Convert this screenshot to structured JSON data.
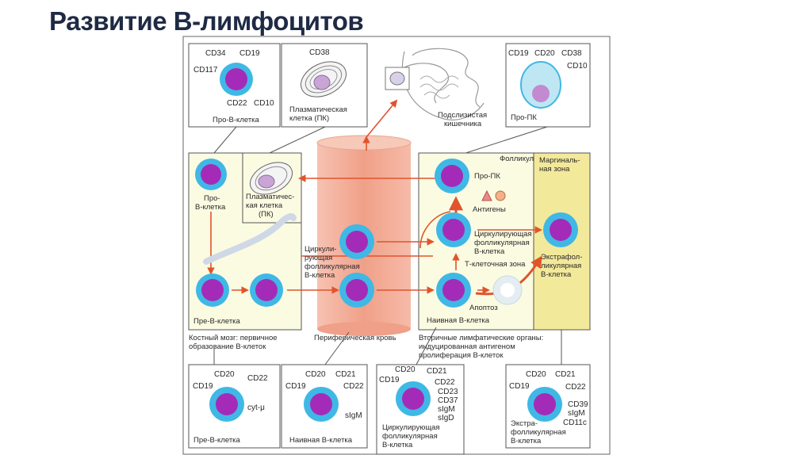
{
  "title": "Развитие B-лимфоцитов",
  "colors": {
    "cell_outer": "#3fb8e6",
    "cell_nucleus": "#a42bb8",
    "box_fill": "#fbfbe2",
    "marginal_fill": "#f3e99a",
    "blood_vessel": "#f3a994",
    "arrow": "#e0542c",
    "line": "#555555"
  },
  "top_boxes": {
    "pro_b": {
      "markers": [
        "CD34",
        "CD19",
        "CD117",
        "CD22",
        "CD10"
      ],
      "label": "Про-В-клетка"
    },
    "plasma": {
      "markers": [
        "CD38"
      ],
      "label_1": "Плазматическая",
      "label_2": "клетка (ПК)"
    },
    "gut": {
      "label_1": "Подслизистая",
      "label_2": "кишечника"
    },
    "pro_pc": {
      "markers": [
        "CD19",
        "CD20",
        "CD38",
        "CD10"
      ],
      "label": "Про-ПК"
    }
  },
  "bone_marrow": {
    "pro_b_label_1": "Про-",
    "pro_b_label_2": "В-клетка",
    "plasma_label_1": "Плазматичес-",
    "plasma_label_2": "кая клетка",
    "plasma_label_3": "(ПК)",
    "pre_b_label": "Пре-В-клетка",
    "caption_1": "Костный мозг: первичное",
    "caption_2": "образование В-клеток"
  },
  "blood": {
    "circ_label_1": "Циркули-",
    "circ_label_2": "рующая",
    "circ_label_3": "фолликулярная",
    "circ_label_4": "В-клетка",
    "caption": "Периферическая кровь"
  },
  "secondary": {
    "follicle": "Фолликул",
    "marginal_1": "Маргиналь-",
    "marginal_2": "ная зона",
    "pro_pc": "Про-ПК",
    "antigens": "Антигены",
    "circ_1": "Циркулирующая",
    "circ_2": "фолликулярная",
    "circ_3": "В-клетка",
    "t_zone": "Т-клеточная зона",
    "naive": "Наивная В-клетка",
    "apoptosis": "Апоптоз",
    "extra_1": "Экстрафол-",
    "extra_2": "ликулярная",
    "extra_3": "В-клетка",
    "caption_1": "Вторичные лимфатические органы:",
    "caption_2": "индуцированная антигеном",
    "caption_3": "пролиферация В-клеток"
  },
  "bottom_boxes": {
    "pre_b": {
      "markers": [
        "CD20",
        "CD19",
        "CD22",
        "cyt-μ"
      ],
      "label": "Пре-В-клетка"
    },
    "naive": {
      "markers": [
        "CD20",
        "CD21",
        "CD19",
        "CD22",
        "sIgM"
      ],
      "label": "Наивная В-клетка"
    },
    "circ": {
      "markers": [
        "CD20",
        "CD21",
        "CD19",
        "CD22",
        "CD23",
        "CD37",
        "sIgM",
        "sIgD"
      ],
      "label_1": "Циркулирующая",
      "label_2": "фолликулярная",
      "label_3": "В-клетка"
    },
    "extra": {
      "markers": [
        "CD20",
        "CD21",
        "CD19",
        "CD22",
        "CD39",
        "sIgM",
        "CD11c"
      ],
      "label_1": "Экстра-",
      "label_2": "фолликулярная",
      "label_3": "В-клетка"
    }
  }
}
